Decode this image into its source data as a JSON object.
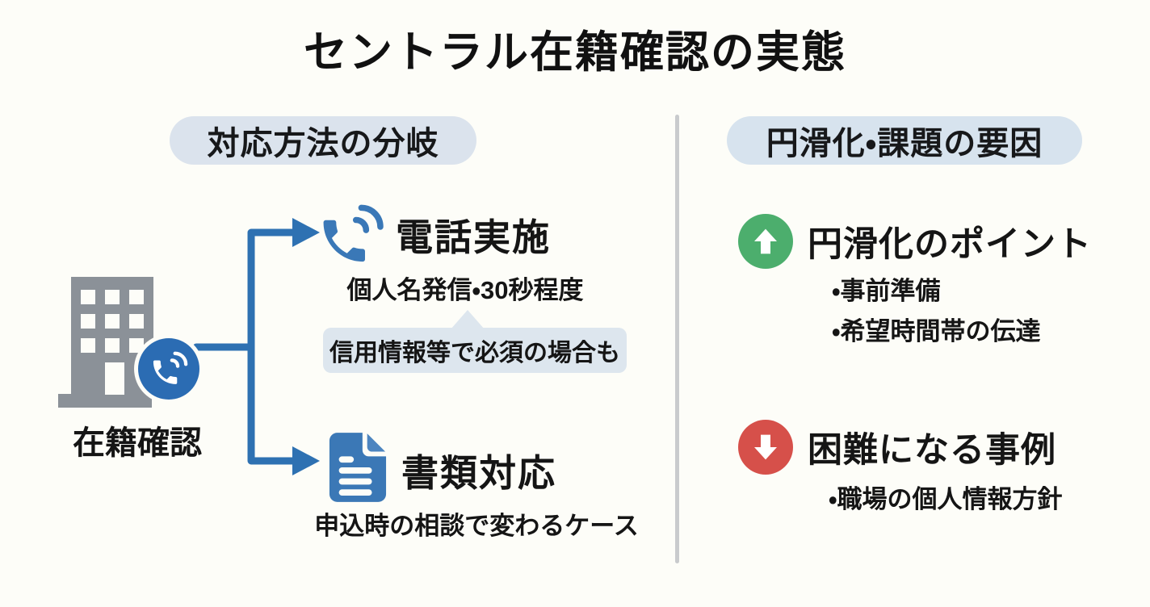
{
  "title": "セントラル在籍確認の実態",
  "left_panel": {
    "header": "対応方法の分岐",
    "source_label": "在籍確認",
    "branch_phone": {
      "title": "電話実施",
      "subtitle": "個人名発信・30秒程度",
      "callout": "信用情報等で必須の場合も"
    },
    "branch_document": {
      "title": "書類対応",
      "subtitle": "申込時の相談で変わるケース"
    }
  },
  "right_panel": {
    "header": "円滑化・課題の要因",
    "positive": {
      "title": "円滑化のポイント",
      "bullets": [
        "・事前準備",
        "・希望時間帯の伝達"
      ]
    },
    "negative": {
      "title": "困難になる事例",
      "bullets": [
        "・職場の個人情報方針"
      ]
    }
  },
  "colors": {
    "accent_blue": "#2e71b2",
    "icon_blue": "#3a78b7",
    "badge_blue": "#2b6cb3",
    "building_gray": "#8b9198",
    "pill_bg": "#dbe3ed",
    "callout_bg": "#dde6ee",
    "positive_green": "#4cae6d",
    "negative_red": "#d6504a",
    "divider_gray": "#c9cbcd",
    "text_black": "#151515"
  }
}
